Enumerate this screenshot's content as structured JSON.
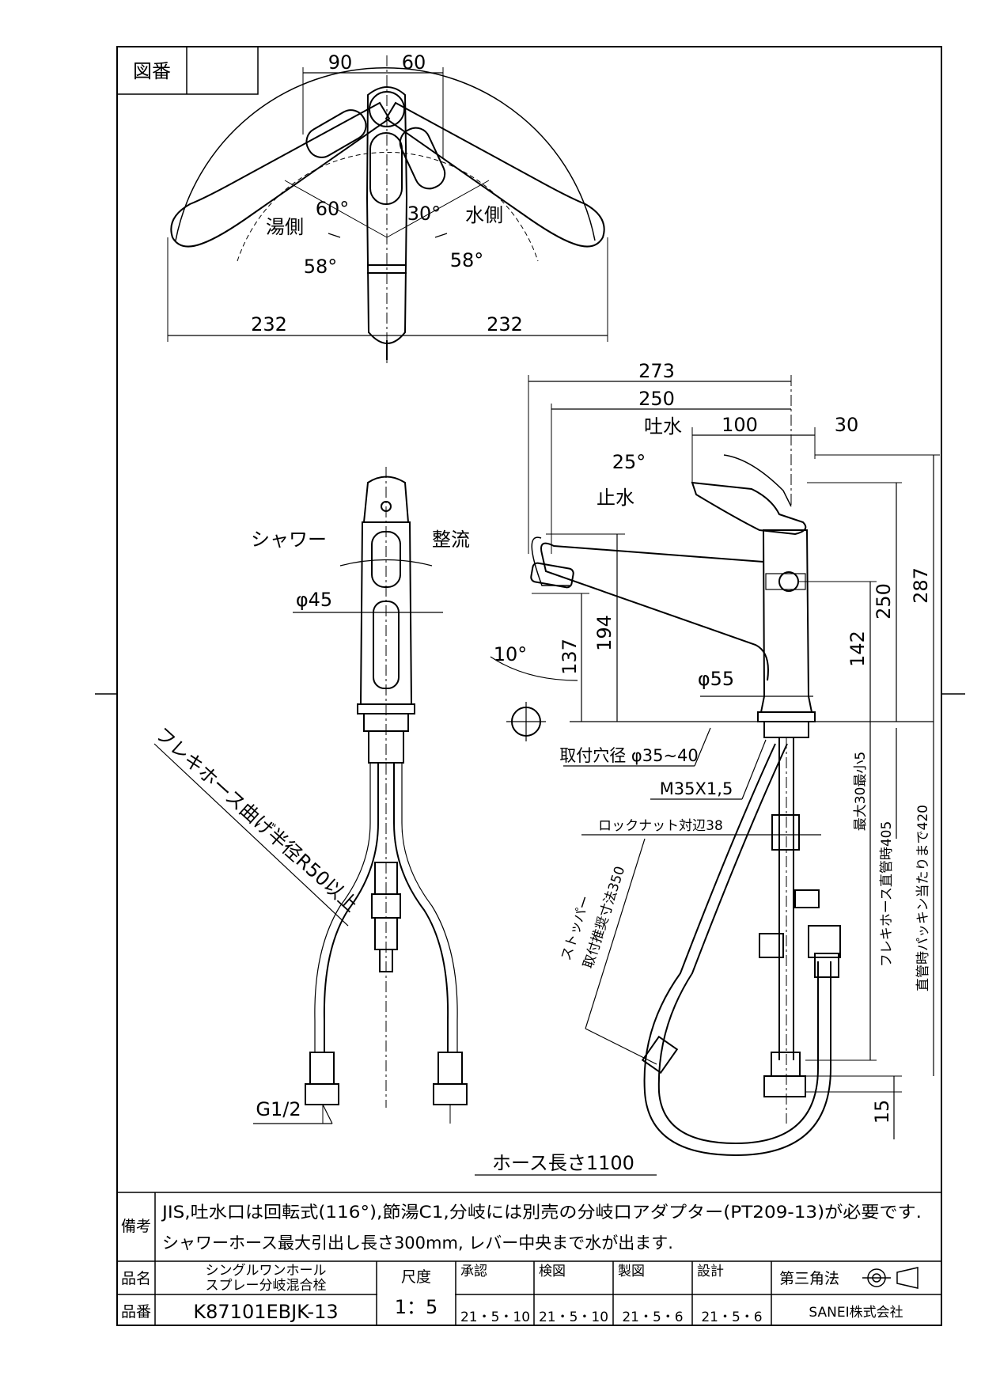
{
  "drawing_number_label": "図番",
  "drawing_number_value": "",
  "top_view": {
    "dim_90": "90",
    "dim_60": "60",
    "angle_60": "60°",
    "angle_30": "30°",
    "hot_side": "湯側",
    "cold_side": "水側",
    "angle_58_left": "58°",
    "angle_58_right": "58°",
    "dim_232_left": "232",
    "dim_232_right": "232"
  },
  "front_view": {
    "shower": "シャワー",
    "straight_flow": "整流",
    "dia_45": "φ45",
    "flex_hose_bend": "フレキホース曲げ半径R50以上",
    "g_half": "G1/2"
  },
  "side_view": {
    "dim_273": "273",
    "dim_250_top": "250",
    "spout": "吐水",
    "dim_100": "100",
    "dim_30": "30",
    "angle_25": "25°",
    "stop_water": "止水",
    "dim_137": "137",
    "dim_194": "194",
    "angle_10": "10°",
    "dia_55": "φ55",
    "dim_142": "142",
    "dim_250_right": "250",
    "dim_287": "287",
    "mount_hole": "取付穴径 φ35~40",
    "thread": "M35X1,5",
    "locknut": "ロックナット対辺38",
    "max30_min5": "最大30最小5",
    "flex_straight": "フレキホース直管時405",
    "straight_packing": "直管時パッキン当たりまで420",
    "stopper": "ストッパー",
    "stopper_pos": "取付推奨寸法350",
    "dim_15": "15",
    "hose_length": "ホース長さ1100"
  },
  "remarks": {
    "label": "備考",
    "line1": "JIS,吐水口は回転式(116°),節湯C1,分岐には別売の分岐口アダプター(PT209-13)が必要です.",
    "line2": "シャワーホース最大引出し長さ300mm, レバー中央まで水が出ます."
  },
  "title_block": {
    "product_name_label": "品名",
    "product_name_line1": "シングルワンホール",
    "product_name_line2": "スプレー分岐混合栓",
    "product_number_label": "品番",
    "product_number": "K87101EBJK-13",
    "scale_label": "尺度",
    "scale_value": "1：5",
    "approved_label": "承認",
    "approved_date": "21・5・10",
    "checked_label": "検図",
    "checked_date": "21・5・10",
    "drawn_label": "製図",
    "drawn_date": "21・5・6",
    "designed_label": "設計",
    "designed_date": "21・5・6",
    "projection": "第三角法",
    "company": "SANEI株式会社"
  }
}
